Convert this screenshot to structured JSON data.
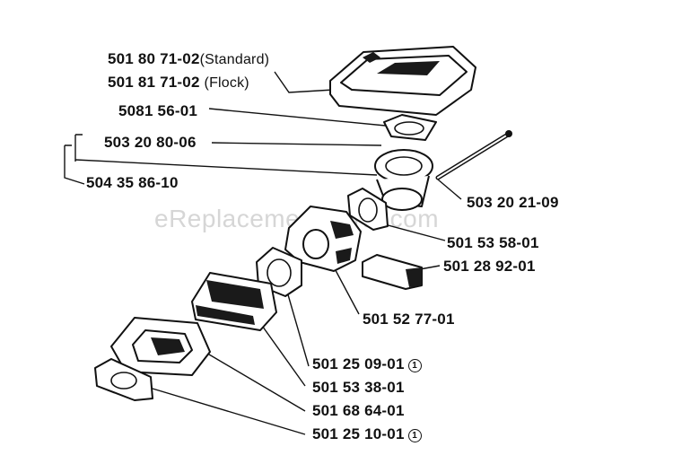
{
  "watermark": "eReplacementParts.com",
  "labels": {
    "air_filter_standard": {
      "number": "501 80 71-02",
      "note": "(Standard)"
    },
    "air_filter_flock": {
      "number": "501 81 71-02",
      "note": "(Flock)"
    },
    "gasket_top": "5081 56-01",
    "intake_a": "503 20 80-06",
    "intake_group": "504 35 86-10",
    "rod": "503 20 21-09",
    "carb_gasket": "501 53 58-01",
    "filter_element": "501 28 92-01",
    "carburetor": "501 52 77-01",
    "gasket_a": {
      "number": "501 25 09-01",
      "mark": "1"
    },
    "spacer": "501 53 38-01",
    "flange": "501 68 64-01",
    "gasket_b": {
      "number": "501 25 10-01",
      "mark": "1"
    }
  }
}
